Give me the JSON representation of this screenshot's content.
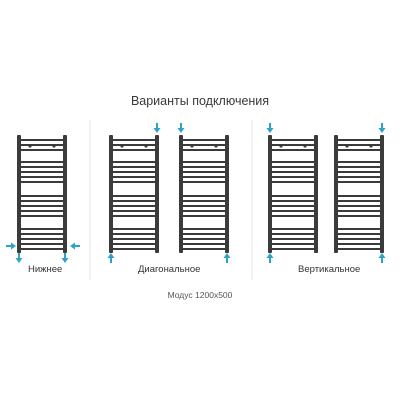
{
  "title": "Варианты подключения",
  "labels": {
    "bottom": "Нижнее",
    "diagonal": "Диагональное",
    "vertical": "Вертикальное"
  },
  "model": "Модус 1200х500",
  "colors": {
    "rail": "#3b3b3b",
    "arrow": "#2aa3c6",
    "divider": "#e3e3e3"
  },
  "icons": {
    "arrow": "arrow-icon",
    "radiator": "towel-rail-icon"
  }
}
